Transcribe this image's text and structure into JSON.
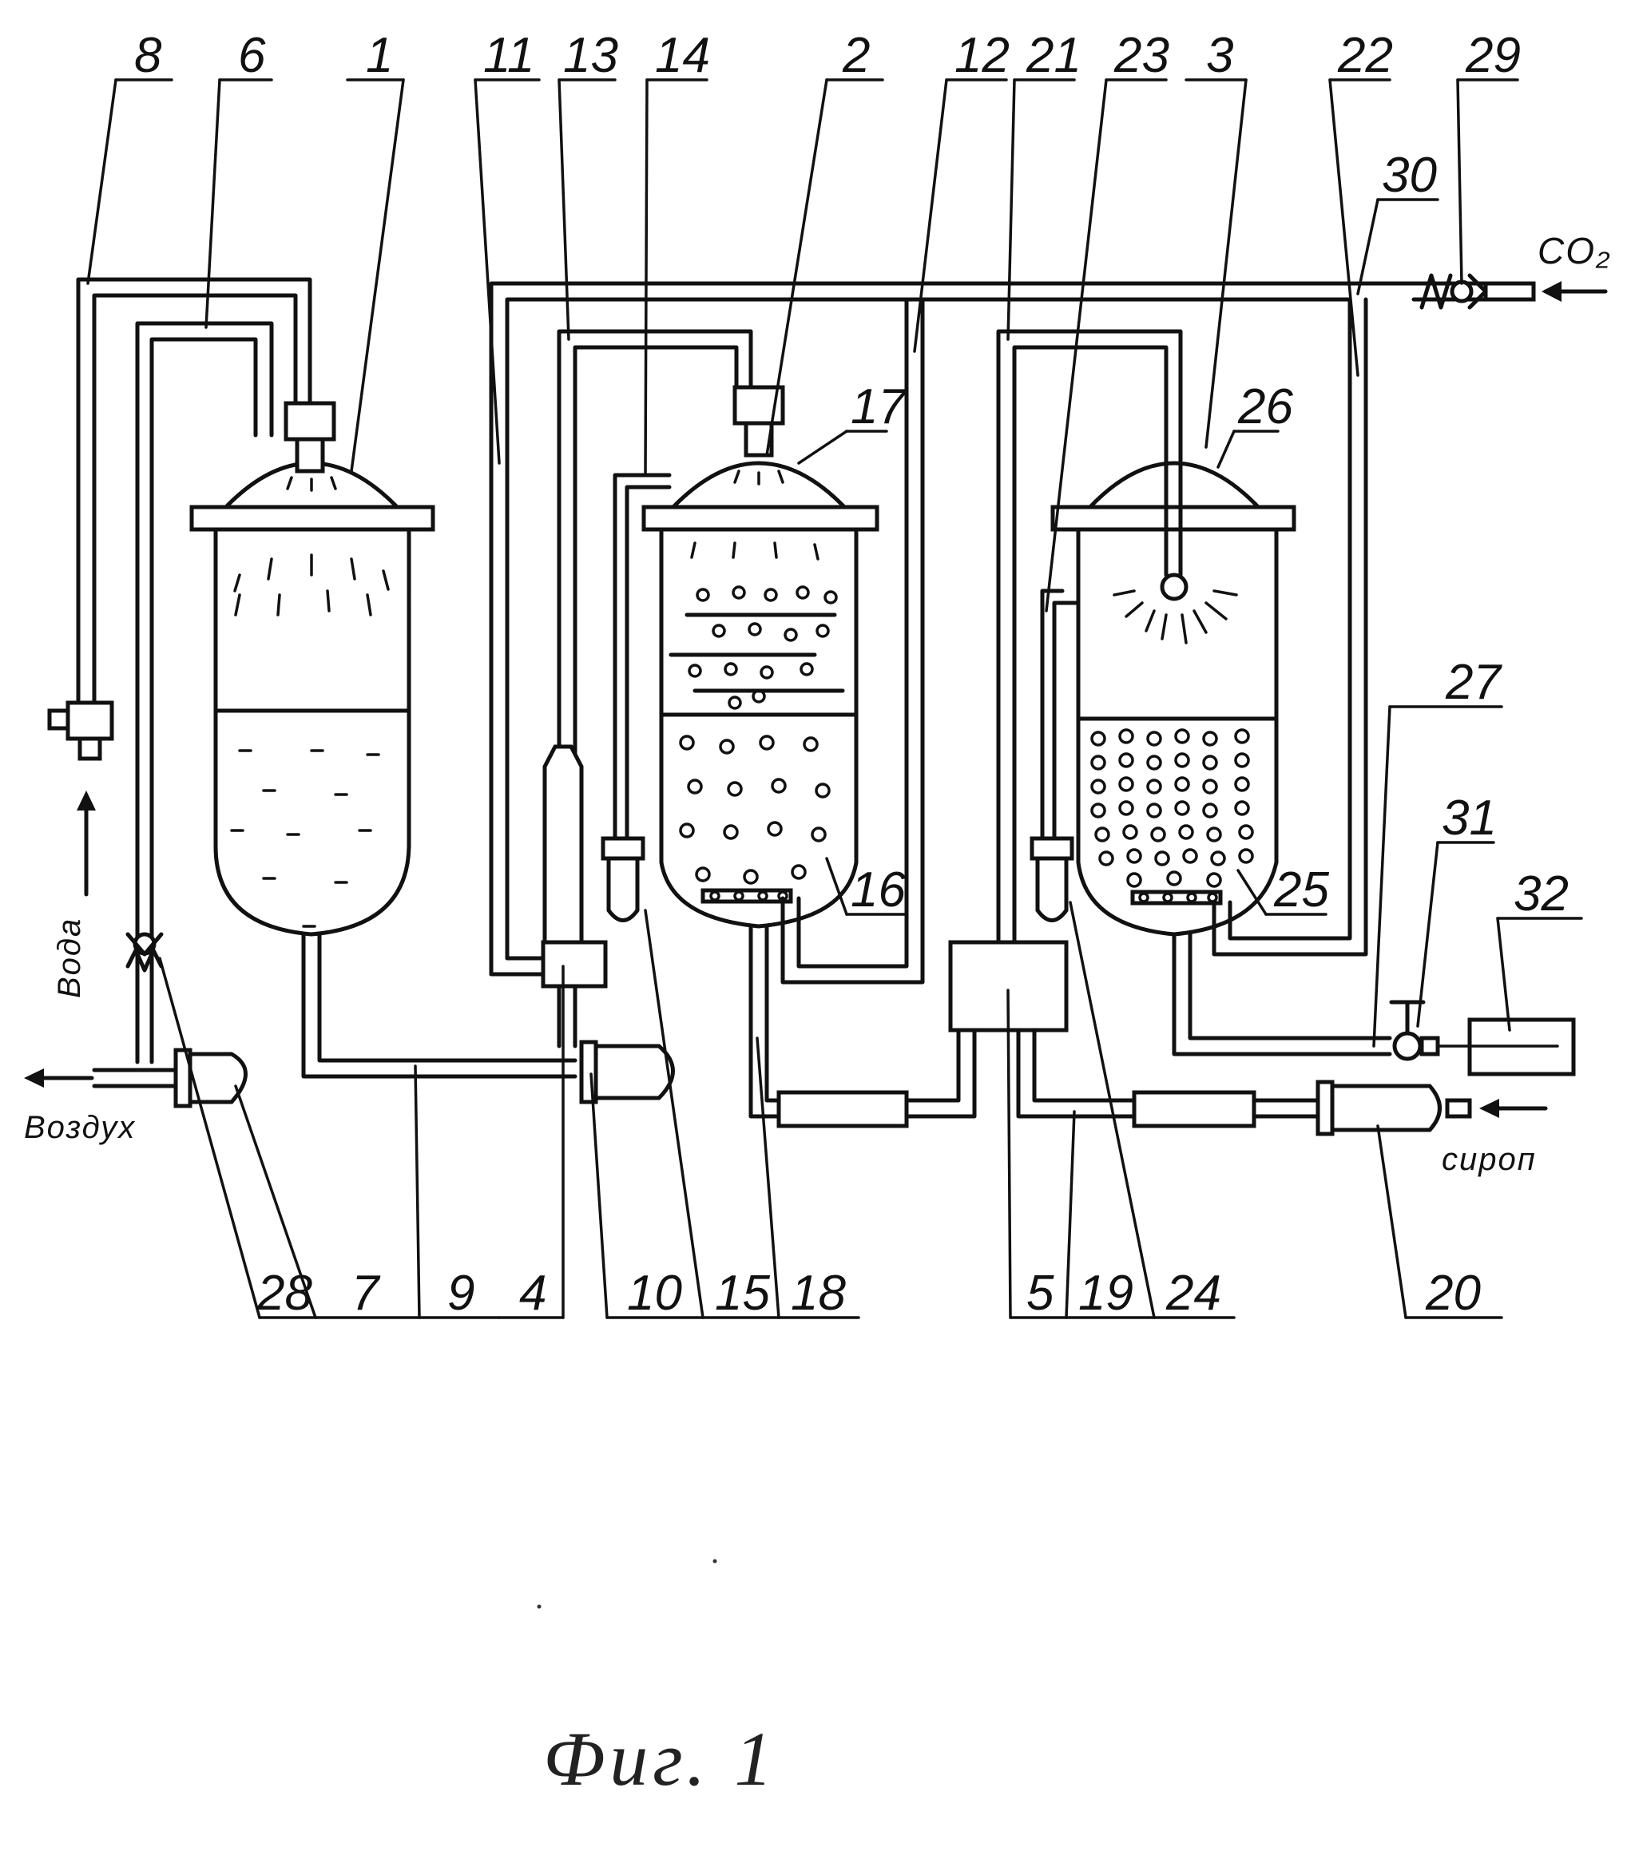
{
  "labels": {
    "n1": "1",
    "n2": "2",
    "n3": "3",
    "n4": "4",
    "n5": "5",
    "n6": "6",
    "n7": "7",
    "n8": "8",
    "n9": "9",
    "n10": "10",
    "n11": "11",
    "n12": "12",
    "n13": "13",
    "n14": "14",
    "n15": "15",
    "n16": "16",
    "n17": "17",
    "n18": "18",
    "n19": "19",
    "n20": "20",
    "n21": "21",
    "n22": "22",
    "n23": "23",
    "n24": "24",
    "n25": "25",
    "n26": "26",
    "n27": "27",
    "n28": "28",
    "n29": "29",
    "n30": "30",
    "n31": "31",
    "n32": "32"
  },
  "flows": {
    "co2": "CO₂",
    "voda": "Вода",
    "vozdukh": "Воздух",
    "sirop": "сироп"
  },
  "caption": "Фиг. 1"
}
